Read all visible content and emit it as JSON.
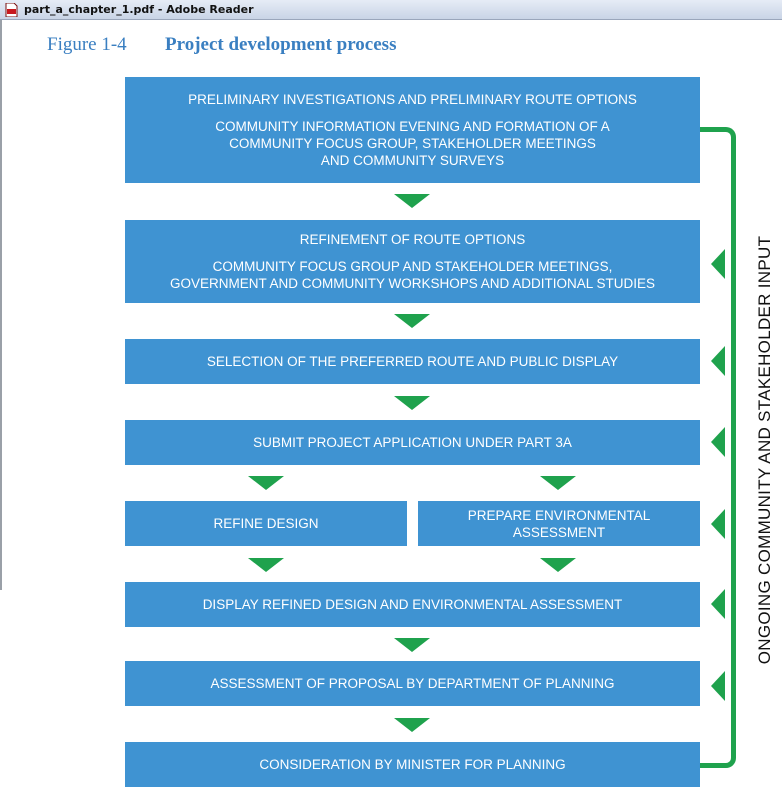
{
  "window": {
    "title": "part_a_chapter_1.pdf - Adobe Reader",
    "icon": "pdf-file-icon"
  },
  "figure": {
    "label": "Figure 1-4",
    "title": "Project development process"
  },
  "steps": {
    "s1": {
      "heading": "PRELIMINARY INVESTIGATIONS AND PRELIMINARY ROUTE OPTIONS",
      "detail1": "COMMUNITY INFORMATION EVENING AND FORMATION OF A",
      "detail2": "COMMUNITY FOCUS GROUP, STAKEHOLDER MEETINGS",
      "detail3": "AND COMMUNITY SURVEYS"
    },
    "s2": {
      "heading": "REFINEMENT OF ROUTE OPTIONS",
      "detail1": "COMMUNITY FOCUS GROUP AND STAKEHOLDER MEETINGS,",
      "detail2": "GOVERNMENT AND COMMUNITY WORKSHOPS AND ADDITIONAL STUDIES"
    },
    "s3": {
      "heading": "SELECTION OF THE PREFERRED ROUTE AND PUBLIC DISPLAY"
    },
    "s4": {
      "heading": "SUBMIT PROJECT APPLICATION UNDER PART 3A"
    },
    "s5a": {
      "heading": "REFINE DESIGN"
    },
    "s5b": {
      "line1": "PREPARE ENVIRONMENTAL",
      "line2": "ASSESSMENT"
    },
    "s6": {
      "heading": "DISPLAY REFINED DESIGN AND ENVIRONMENTAL ASSESSMENT"
    },
    "s7": {
      "heading": "ASSESSMENT OF PROPOSAL BY DEPARTMENT OF PLANNING"
    },
    "s8": {
      "heading": "CONSIDERATION BY MINISTER FOR PLANNING"
    }
  },
  "side_label": "ONGOING COMMUNITY AND STAKEHOLDER INPUT",
  "colors": {
    "box": "#3f93d2",
    "arrow": "#1fa24d",
    "heading": "#3a7fc1"
  }
}
